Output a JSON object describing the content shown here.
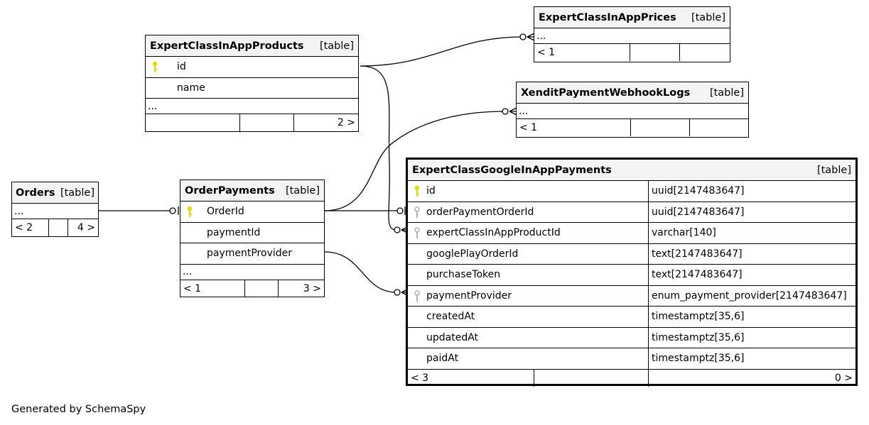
{
  "tables": {
    "products": {
      "name": "ExpertClassInAppProducts",
      "kind": "[table]",
      "columns": [
        "id",
        "name"
      ],
      "ellipsis": "...",
      "footer": [
        "",
        "",
        "2 >"
      ]
    },
    "prices": {
      "name": "ExpertClassInAppPrices",
      "kind": "[table]",
      "ellipsis": "...",
      "footer": [
        "< 1",
        "",
        ""
      ]
    },
    "xendit": {
      "name": "XenditPaymentWebhookLogs",
      "kind": "[table]",
      "ellipsis": "...",
      "footer": [
        "< 1",
        "",
        ""
      ]
    },
    "orders": {
      "name": "Orders",
      "kind": "[table]",
      "ellipsis": "...",
      "footer": [
        "< 2",
        "",
        "4 >"
      ]
    },
    "orderpayments": {
      "name": "OrderPayments",
      "kind": "[table]",
      "columns": [
        "OrderId",
        "paymentId",
        "paymentProvider"
      ],
      "ellipsis": "...",
      "footer": [
        "< 1",
        "",
        "3 >"
      ]
    },
    "google": {
      "name": "ExpertClassGoogleInAppPayments",
      "kind": "[table]",
      "columns": [
        {
          "name": "id",
          "type": "uuid[2147483647]"
        },
        {
          "name": "orderPaymentOrderId",
          "type": "uuid[2147483647]"
        },
        {
          "name": "expertClassInAppProductId",
          "type": "varchar[140]"
        },
        {
          "name": "googlePlayOrderId",
          "type": "text[2147483647]"
        },
        {
          "name": "purchaseToken",
          "type": "text[2147483647]"
        },
        {
          "name": "paymentProvider",
          "type": "enum_payment_provider[2147483647]"
        },
        {
          "name": "createdAt",
          "type": "timestamptz[35,6]"
        },
        {
          "name": "updatedAt",
          "type": "timestamptz[35,6]"
        },
        {
          "name": "paidAt",
          "type": "timestamptz[35,6]"
        }
      ],
      "footer": [
        "< 3",
        "",
        "0 >"
      ]
    }
  },
  "key_colors": {
    "primary": "#e6d800",
    "foreign": "#b0b0b0"
  },
  "footer_text": "Generated by SchemaSpy"
}
